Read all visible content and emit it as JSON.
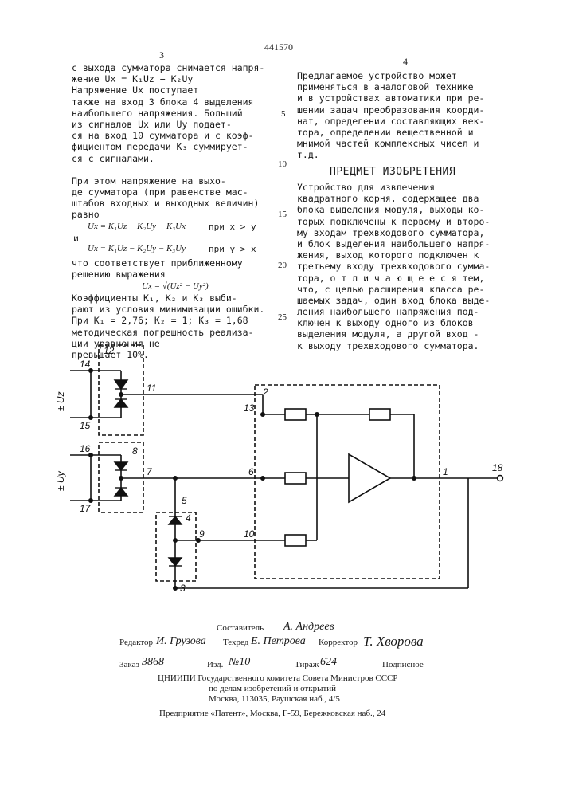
{
  "header": {
    "patent_number": "441570",
    "page_left": "3",
    "page_right": "4"
  },
  "left_column": {
    "lines": [
      "с выхода сумматора снимается напря-",
      "жение  Ux = K₁Uz − K₂Uy",
      "  Напряжение   Ux    поступает",
      "также на вход 3 блока 4 выделения",
      "наибольшего напряжения. Больший",
      "из сигналов   Ux   или  Uy   подает-",
      "ся на вход 10 сумматора и с коэф-",
      "фициентом передачи K₃ суммирует-",
      "ся с сигналами.",
      "",
      "  При этом напряжение на выхо-",
      "де сумматора (при равенстве мас-",
      "штабов входных и выходных величин)",
      "равно"
    ],
    "formula1": "Ux = K₁Uz − K₂Uy − K₃Ux",
    "cond1": "при x > y",
    "and_word": "и",
    "formula2": "Ux = K₁Uz − K₂Uy − K₃Uy",
    "cond2": "при y > x",
    "lines2": [
      "что соответствует приближенному",
      "решению выражения"
    ],
    "formula3": "Ux = √(Uz² − Uy²)",
    "lines3": [
      "  Коэффициенты K₁, K₂ и K₃ выби-",
      "рают из условия минимизации ошибки.",
      "При K₁ = 2,76; K₂ = 1; K₃ = 1,68",
      "методическая погрешность реализа-",
      "ции уравнения                  не",
      "превышает 10%."
    ]
  },
  "line_numbers": [
    "5",
    "10",
    "15",
    "20",
    "25"
  ],
  "right_column": {
    "lines": [
      "  Предлагаемое устройство может",
      "применяться в аналоговой технике",
      "и в устройствах автоматики при ре-",
      "шении задач преобразования коорди-",
      "нат, определении составляющих век-",
      "тора, определении вещественной и",
      "мнимой частей комплексных чисел и",
      "т.д."
    ],
    "heading": "ПРЕДМЕТ ИЗОБРЕТЕНИЯ",
    "claim": [
      "  Устройство для извлечения",
      "квадратного корня, содержащее два",
      "блока выделения модуля, выходы ко-",
      "торых подключены к первому и второ-",
      "му входам трехвходового сумматора,",
      "и блок выделения наибольшего напря-",
      "жения, выход которого подключен к",
      "третьему входу трехвходового сумма-",
      "тора, о т л и ч а ю щ е е с я  тем,",
      "что, с целью расширения класса ре-",
      "шаемых задач, один вход блока выде-",
      "ления наибольшего напряжения под-",
      "ключен к выходу одного из блоков",
      "выделения модуля, а другой вход -",
      "к выходу трехвходового сумматора."
    ]
  },
  "circuit": {
    "labels": {
      "n12": "12",
      "n14": "14",
      "n11": "11",
      "n15": "15",
      "n2": "2",
      "n13": "13",
      "n16": "16",
      "n8": "8",
      "n7": "7",
      "n17": "17",
      "n6": "6",
      "n1": "1",
      "n18": "18",
      "n5": "5",
      "n4": "4",
      "n9": "9",
      "n10": "10",
      "n3": "3"
    },
    "uz_label": "± Uz",
    "uy_label": "± Uy"
  },
  "colophon": {
    "compiler_label": "Составитель",
    "compiler_name": "А. Андреев",
    "editor_label": "Редактор",
    "editor_name": "И. Грузова",
    "techred_label": "Техред",
    "techred_name": "Е. Петрова",
    "corrector_label": "Корректор",
    "corrector_name": "Т. Хворова",
    "order_label": "Заказ",
    "order_value": "3868",
    "izd_label": "Изд.",
    "izd_value": "№10",
    "tirazh_label": "Тираж",
    "tirazh_value": "624",
    "podpisnoe": "Подписное",
    "org1": "ЦНИИПИ Государственного комитета Совета Министров СССР",
    "org2": "по делам изобретений и открытий",
    "org3": "Москва, 113035, Раушская наб., 4/5",
    "printer": "Предприятие «Патент», Москва, Г-59, Бережковская наб., 24"
  }
}
